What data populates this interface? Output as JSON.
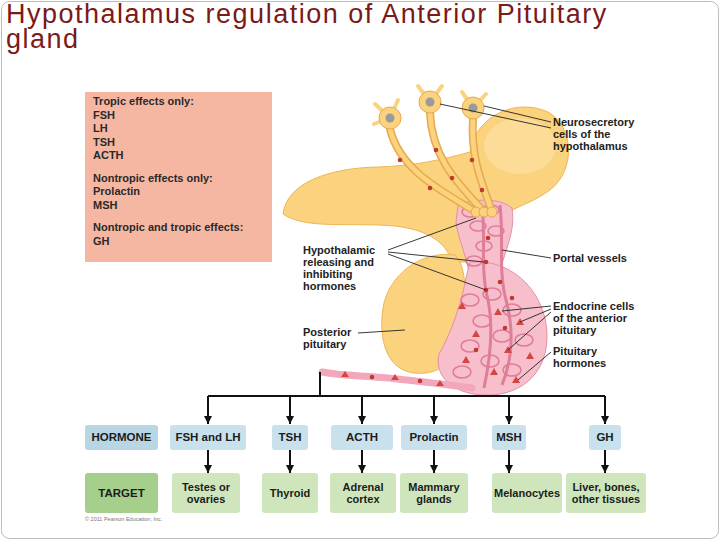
{
  "diagram": {
    "title": "Hypothalamus regulation of Anterior Pituitary gland",
    "nodes": [
      {
        "text": [
          "Tropic effects only:",
          "FSH",
          "LH",
          "TSH",
          "ACTH",
          "Nontropic effects only:",
          "Prolactin",
          "MSH",
          "Nontropic and tropic effects:",
          "GH"
        ]
      },
      {
        "text": [
          "HORMONE"
        ]
      },
      {
        "text": [
          "FSH and LH"
        ]
      },
      {
        "text": [
          "TSH"
        ]
      },
      {
        "text": [
          "ACTH"
        ]
      },
      {
        "text": [
          "Prolactin"
        ]
      },
      {
        "text": [
          "MSH"
        ]
      },
      {
        "text": [
          "GH"
        ]
      },
      {
        "text": [
          "TARGET"
        ]
      },
      {
        "text": [
          "Testes or ovaries"
        ]
      },
      {
        "text": [
          "Thyroid"
        ]
      },
      {
        "text": [
          "Adrenal cortex"
        ]
      },
      {
        "text": [
          "Mammary glands"
        ]
      },
      {
        "text": [
          "Melanocytes"
        ]
      },
      {
        "text": [
          "Liver, bones, other tissues"
        ]
      }
    ],
    "edges": [
      {
        "from": 2,
        "to": 9,
        "arrow": "to"
      },
      {
        "from": 3,
        "to": 10,
        "arrow": "to"
      },
      {
        "from": 4,
        "to": 11,
        "arrow": "to"
      },
      {
        "from": 5,
        "to": 12,
        "arrow": "to"
      },
      {
        "from": 6,
        "to": 13,
        "arrow": "to"
      },
      {
        "from": 7,
        "to": 14,
        "arrow": "to"
      }
    ],
    "labels": [
      "Neurosecretory cells of the hypothalamus",
      "Hypothalamic releasing and inhibiting hormones",
      "Portal vessels",
      "Posterior pituitary",
      "Endocrine cells of the anterior pituitary",
      "Pituitary hormones",
      "© 2011 Pearson Education, Inc."
    ]
  }
}
